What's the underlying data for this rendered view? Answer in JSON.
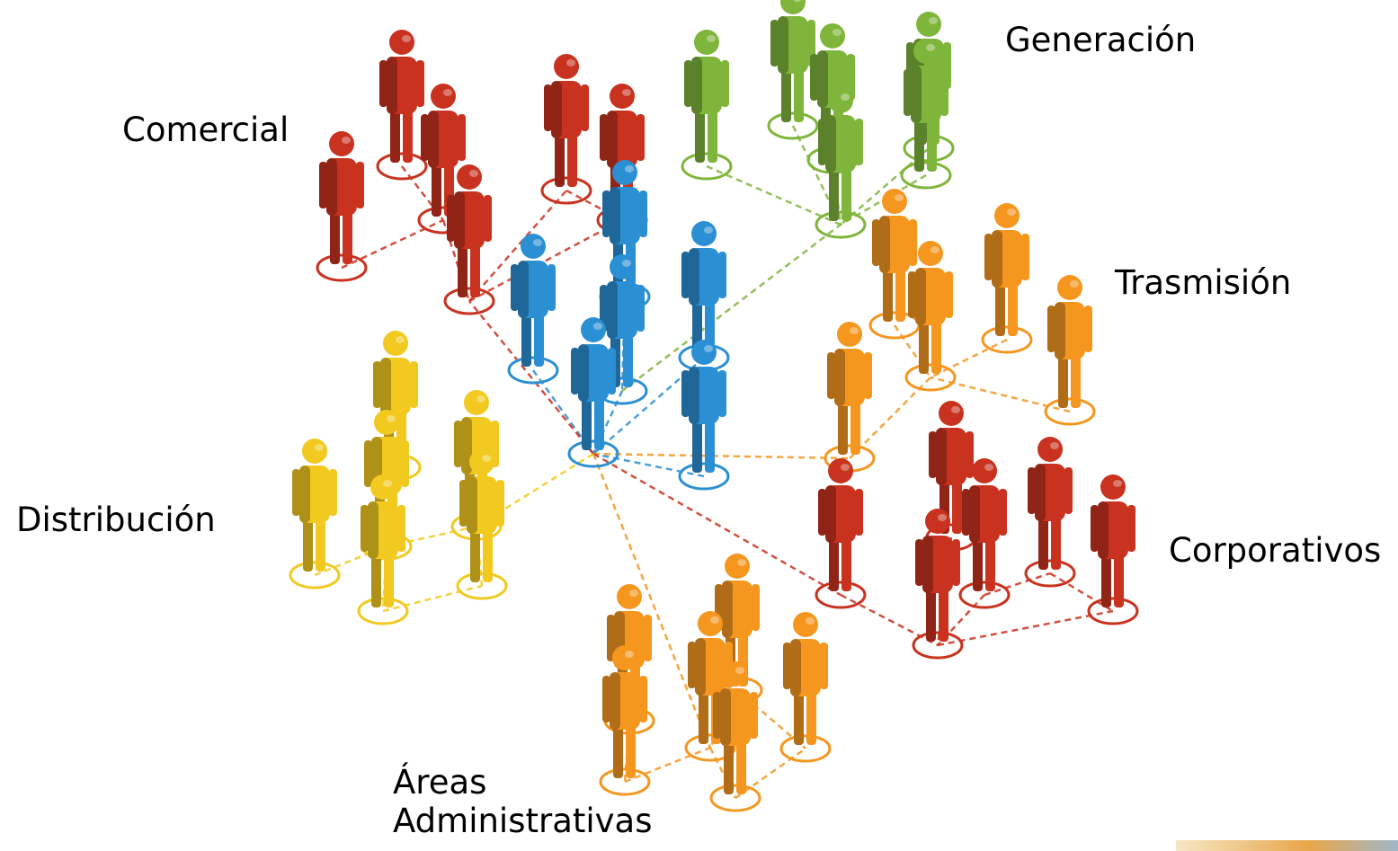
{
  "groups": {
    "comercial": {
      "label": "Comercial",
      "color": "#c8321e"
    },
    "generacion": {
      "label": "Generación",
      "color": "#7fb53a"
    },
    "trasmision": {
      "label": "Trasmisión",
      "color": "#f5961f"
    },
    "distribucion": {
      "label": "Distribución",
      "color": "#f2c91e"
    },
    "corporativos": {
      "label": "Corporativos",
      "color": "#c8321e"
    },
    "areas": {
      "label_line1": "Áreas",
      "label_line2": "Administrativas",
      "color": "#f5961f"
    },
    "central": {
      "color": "#2b8fd3"
    }
  },
  "icons": {
    "person": "person-icon",
    "node_ring": "node-ring-icon"
  }
}
